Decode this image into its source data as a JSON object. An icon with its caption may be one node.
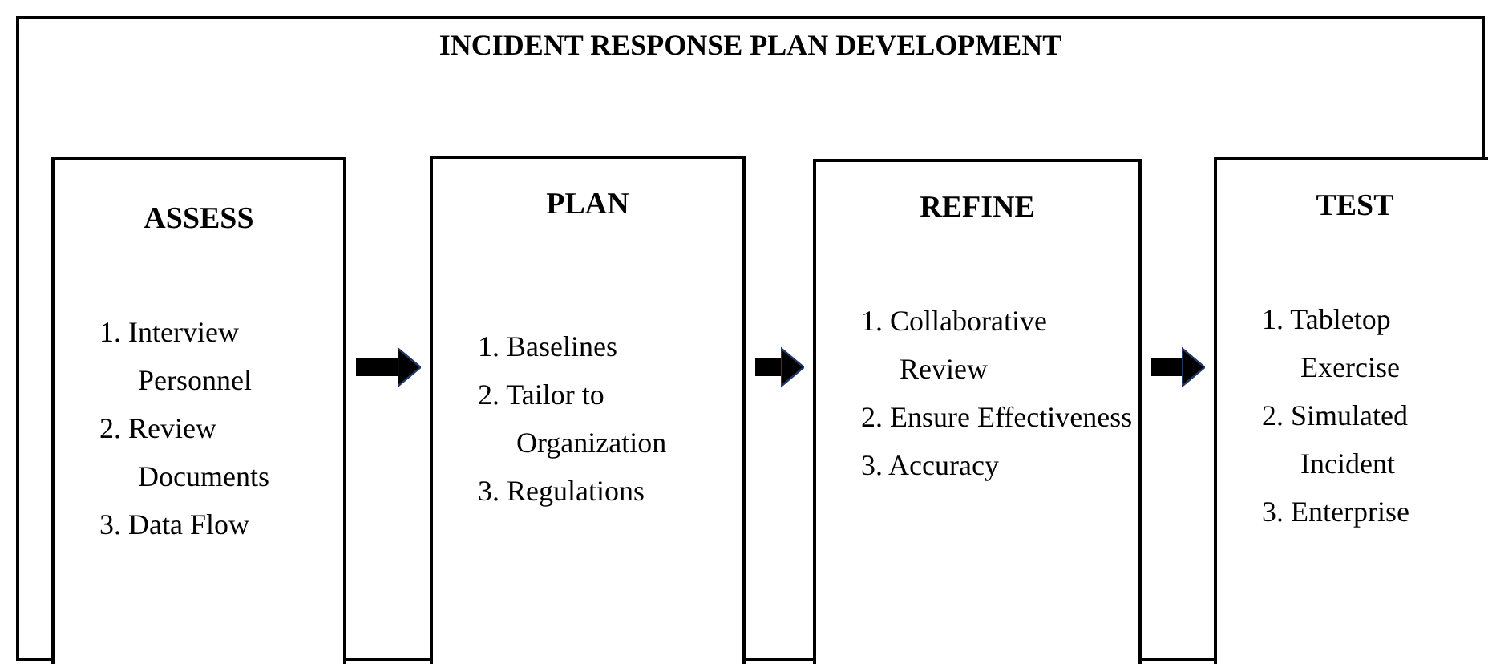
{
  "diagram": {
    "nodes": [
      {
        "text": [
          "INCIDENT RESPONSE PLAN DEVELOPMENT"
        ]
      },
      {
        "text": [
          "ASSESS",
          "1. Interview Personnel",
          "2. Review Documents",
          "3. Data Flow"
        ],
        "in": 0
      },
      {
        "text": [
          "PLAN",
          "1. Baselines",
          "2. Tailor to Organization",
          "3. Regulations"
        ],
        "in": 0
      },
      {
        "text": [
          "REFINE",
          "1. Collaborative Review",
          "2. Ensure Effectiveness",
          "3. Accuracy"
        ],
        "in": 0
      },
      {
        "text": [
          "TEST",
          "1. Tabletop Exercise",
          "2. Simulated Incident",
          "3. Enterprise"
        ],
        "in": 0
      }
    ],
    "edges": [
      {
        "from": 1,
        "to": 2,
        "arrow": "to"
      },
      {
        "from": 2,
        "to": 3,
        "arrow": "to"
      },
      {
        "from": 3,
        "to": 4,
        "arrow": "to"
      }
    ]
  }
}
